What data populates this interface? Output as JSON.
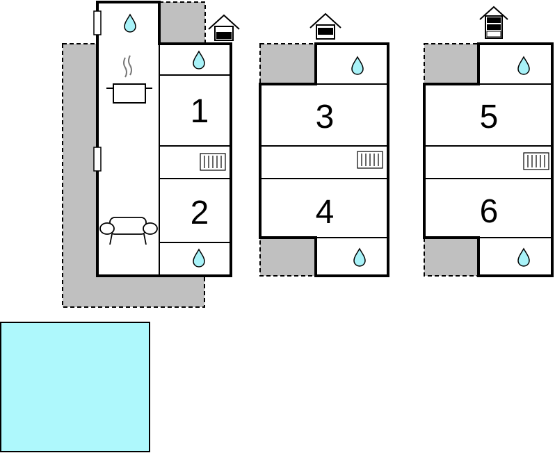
{
  "rooms": [
    "1",
    "2",
    "3",
    "4",
    "5",
    "6"
  ],
  "colors": {
    "pool": "#aef8fc",
    "terrace": "#c0c0c0",
    "water_drop": "#a8f2f8",
    "walls": "#000000"
  },
  "icons": [
    "water-drop-icon",
    "radiator-icon",
    "cooking-pot-icon",
    "sofa-icon",
    "house-icon",
    "window-icon"
  ]
}
